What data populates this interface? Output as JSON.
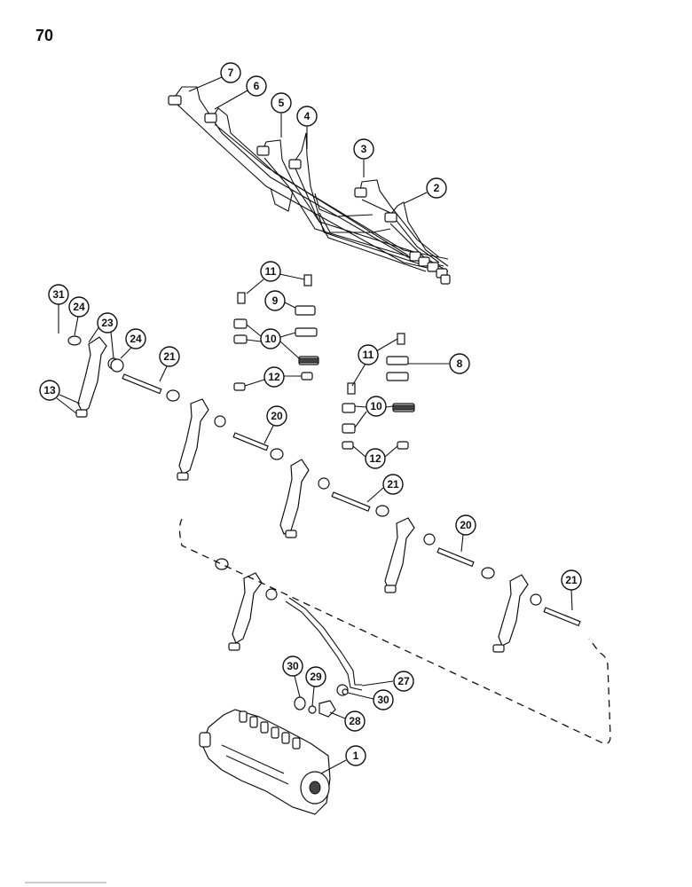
{
  "page": {
    "number": "70"
  },
  "callouts": {
    "c1": "1",
    "c2": "2",
    "c3": "3",
    "c4": "4",
    "c5": "5",
    "c6": "6",
    "c7": "7",
    "c8": "8",
    "c9": "9",
    "c10a": "10",
    "c10b": "10",
    "c11a": "11",
    "c11b": "11",
    "c12a": "12",
    "c12b": "12",
    "c13": "13",
    "c20a": "20",
    "c20b": "20",
    "c21a": "21",
    "c21b": "21",
    "c21c": "21",
    "c23": "23",
    "c24a": "24",
    "c24b": "24",
    "c27": "27",
    "c28": "28",
    "c29": "29",
    "c30a": "30",
    "c30b": "30",
    "c31": "31"
  },
  "icons": {
    "injector": "fuel-injector-icon",
    "pump": "injection-pump-icon",
    "pipes": "injector-pipe-set-icon",
    "clamp": "pipe-clamp-icon"
  }
}
